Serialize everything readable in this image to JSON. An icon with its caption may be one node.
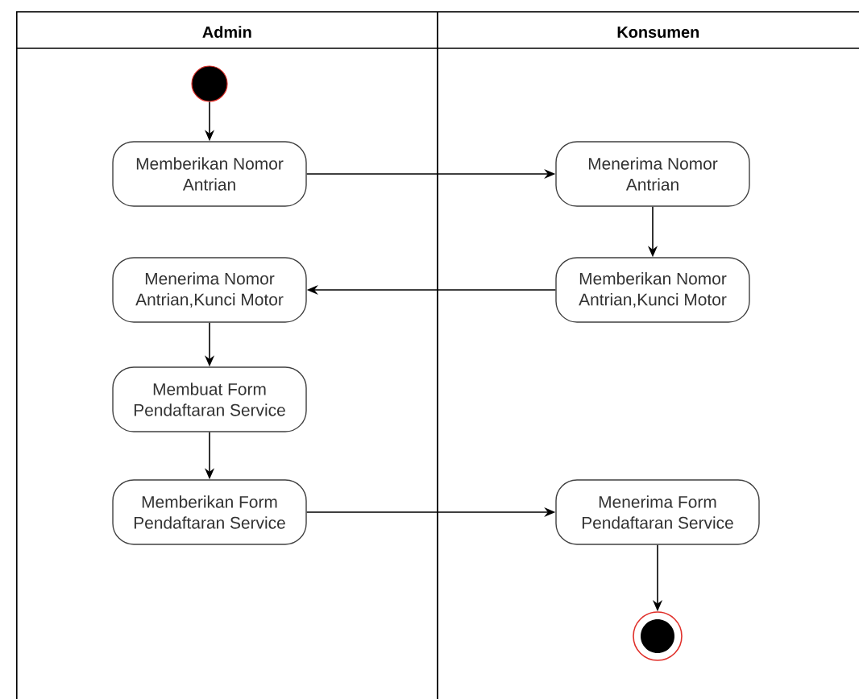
{
  "diagram": {
    "nodes": [
      {
        "text": [
          "Admin"
        ]
      },
      {
        "text": [
          "Konsumen"
        ]
      },
      {
        "text": [],
        "shape": "circle",
        "in": 0
      },
      {
        "text": [
          "Memberikan Nomor Antrian"
        ],
        "in": 0
      },
      {
        "text": [
          "Menerima Nomor Antrian"
        ],
        "in": 1
      },
      {
        "text": [
          "Menerima Nomor Antrian,Kunci Motor"
        ],
        "in": 0
      },
      {
        "text": [
          "Memberikan Nomor Antrian,Kunci Motor"
        ],
        "in": 1
      },
      {
        "text": [
          "Membuat Form Pendaftaran Service"
        ],
        "in": 0
      },
      {
        "text": [
          "Memberikan Form Pendaftaran Service"
        ],
        "in": 0
      },
      {
        "text": [
          "Menerima Form Pendaftaran Service"
        ],
        "in": 1
      },
      {
        "text": [],
        "shape": "circle",
        "in": 1
      }
    ],
    "edges": [
      {
        "from": 2,
        "to": 3,
        "arrow": "to"
      },
      {
        "from": 3,
        "to": 4,
        "arrow": "to"
      },
      {
        "from": 4,
        "to": 6,
        "arrow": "to"
      },
      {
        "from": 6,
        "to": 5,
        "arrow": "to"
      },
      {
        "from": 5,
        "to": 7,
        "arrow": "to"
      },
      {
        "from": 7,
        "to": 8,
        "arrow": "to"
      },
      {
        "from": 8,
        "to": 9,
        "arrow": "to"
      },
      {
        "from": 9,
        "to": 10,
        "arrow": "to"
      }
    ]
  }
}
